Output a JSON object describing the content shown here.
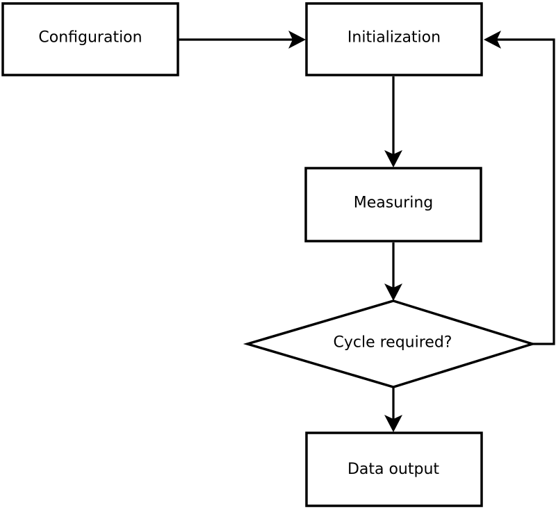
{
  "diagram": {
    "type": "flowchart",
    "background_color": "#ffffff",
    "stroke_color": "#000000",
    "node_fill_color": "#ffffff",
    "text_color": "#000000",
    "nodes": [
      {
        "id": "configuration",
        "label": "Configuration",
        "shape": "rectangle"
      },
      {
        "id": "initialization",
        "label": "Initialization",
        "shape": "rectangle"
      },
      {
        "id": "measuring",
        "label": "Measuring",
        "shape": "rectangle"
      },
      {
        "id": "cycle_required",
        "label": "Cycle required?",
        "shape": "diamond"
      },
      {
        "id": "data_output",
        "label": "Data output",
        "shape": "rectangle"
      }
    ],
    "edges": [
      {
        "from": "configuration",
        "to": "initialization",
        "direction": "right"
      },
      {
        "from": "initialization",
        "to": "measuring",
        "direction": "down"
      },
      {
        "from": "measuring",
        "to": "cycle_required",
        "direction": "down"
      },
      {
        "from": "cycle_required",
        "to": "data_output",
        "direction": "down"
      },
      {
        "from": "cycle_required",
        "to": "initialization",
        "direction": "right-then-up-loop"
      }
    ]
  }
}
